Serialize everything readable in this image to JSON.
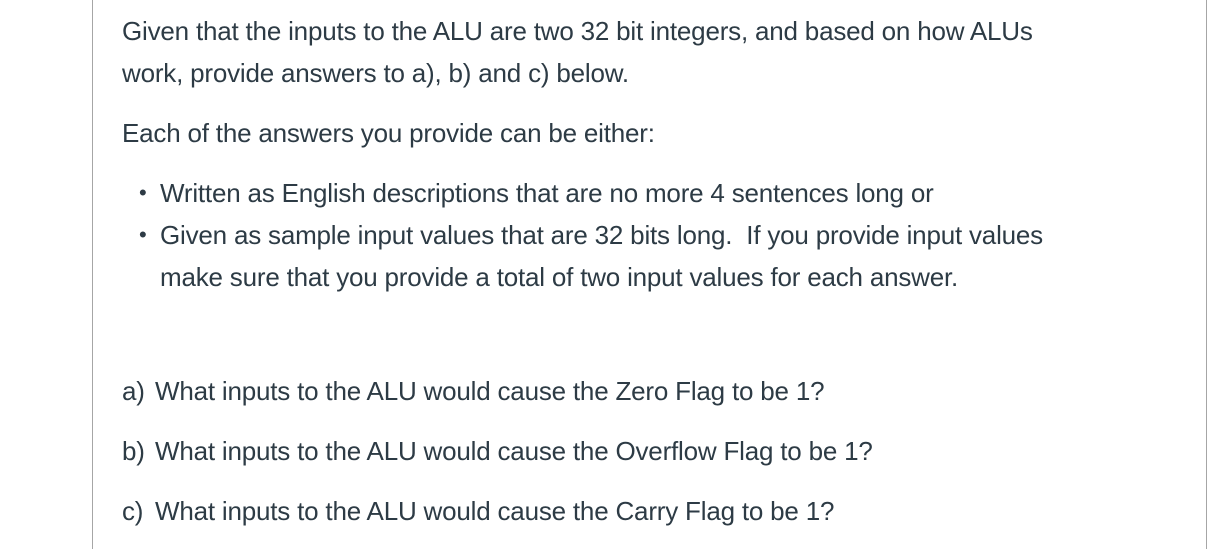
{
  "page": {
    "background_color": "#ffffff",
    "border_color": "#a6a6a6",
    "text_color": "#2d3b45"
  },
  "content": {
    "intro": {
      "line1": "Given that the inputs to the ALU are two 32 bit integers, and based on how ALUs",
      "line2": "work, provide answers to a), b) and c) below."
    },
    "either_line": "Each of the answers you provide can be either:",
    "bullets": {
      "item1": "Written as English descriptions that are no more 4 sentences long or",
      "item2_line1": "Given as sample input values that are 32 bits long.  If you provide input values",
      "item2_line2": "make sure that you provide a total of two input values for each answer."
    },
    "questions": {
      "a": {
        "label": "a)",
        "text": "What inputs to the ALU would cause the Zero Flag to be 1?"
      },
      "b": {
        "label": "b)",
        "text": "What inputs to the ALU would cause the Overflow Flag to be 1?"
      },
      "c": {
        "label": "c)",
        "text": "What inputs to the ALU would cause the Carry Flag to be 1?"
      }
    }
  }
}
